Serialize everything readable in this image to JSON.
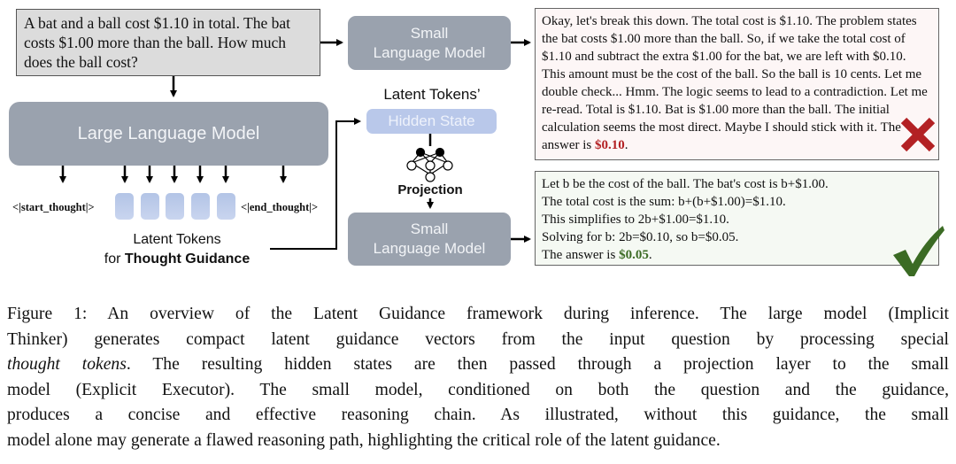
{
  "question": "A bat and a ball cost $1.10 in total. The bat costs $1.00 more than the ball. How much does the ball cost?",
  "large_model": {
    "label": "Large Language Model"
  },
  "small_model_top": {
    "line1": "Small",
    "line2": "Language Model"
  },
  "small_model_bottom": {
    "line1": "Small",
    "line2": "Language Model"
  },
  "special_tokens": {
    "start": "<|start_thought|>",
    "end": "<|end_thought|>"
  },
  "latent_tokens": {
    "count": 5,
    "line1": "Latent Tokens",
    "line2_prefix": "for ",
    "line2_bold": "Thought Guidance"
  },
  "hidden_state": {
    "title": "Latent Tokens’",
    "label": "Hidden State"
  },
  "projection": {
    "label": "Projection",
    "icon": "neural-network-icon"
  },
  "outputs": {
    "without_guidance": {
      "text": "Okay, let's break this down. The total cost is $1.10. The problem states the bat costs $1.00 more than the ball. So, if we take the total cost of $1.10 and subtract the extra $1.00 for the bat, we are left with $0.10. This amount must be the cost of the ball. So the ball is 10 cents. Let me double check... Hmm. The logic seems to lead to a contradiction. Let me re-read. Total is $1.10. Bat is $1.00 more than the ball. The initial calculation seems the most direct. Maybe I should stick with it. The answer is ",
      "answer": "$0.10",
      "answer_suffix": ".",
      "verdict_icon": "cross-icon",
      "verdict_color": "#b32124"
    },
    "with_guidance": {
      "lines": [
        "Let b be the cost of the ball. The bat's cost is b+$1.00.",
        "The total cost is the sum: b+(b+$1.00)=$1.10.",
        "This simplifies to 2b+$1.00=$1.10.",
        "Solving for b: 2b=$0.10, so b=$0.05."
      ],
      "answer_prefix": "The answer is ",
      "answer": "$0.05",
      "answer_suffix": ".",
      "verdict_icon": "checkmark-icon",
      "verdict_color": "#3b6b24"
    }
  },
  "caption": {
    "lines": [
      "Figure 1: An overview of the Latent Guidance framework during inference. The large model (Implicit",
      "Thinker) generates compact latent guidance vectors from the input question by processing special",
      {
        "italic": "thought tokens",
        "rest": ". The resulting hidden states are then passed through a projection layer to the small"
      },
      "model (Explicit Executor). The small model, conditioned on both the question and the guidance,",
      "produces a concise and effective reasoning chain. As illustrated, without this guidance, the small",
      "model alone may generate a flawed reasoning path, highlighting the critical role of the latent guidance."
    ]
  },
  "colors": {
    "model_box": "#9aa2ae",
    "hidden_state": "#b9c8ea",
    "question_box": "#dcdcdc",
    "wrong_box_bg": "#fdf6f6",
    "right_box_bg": "#f5f9f3"
  }
}
